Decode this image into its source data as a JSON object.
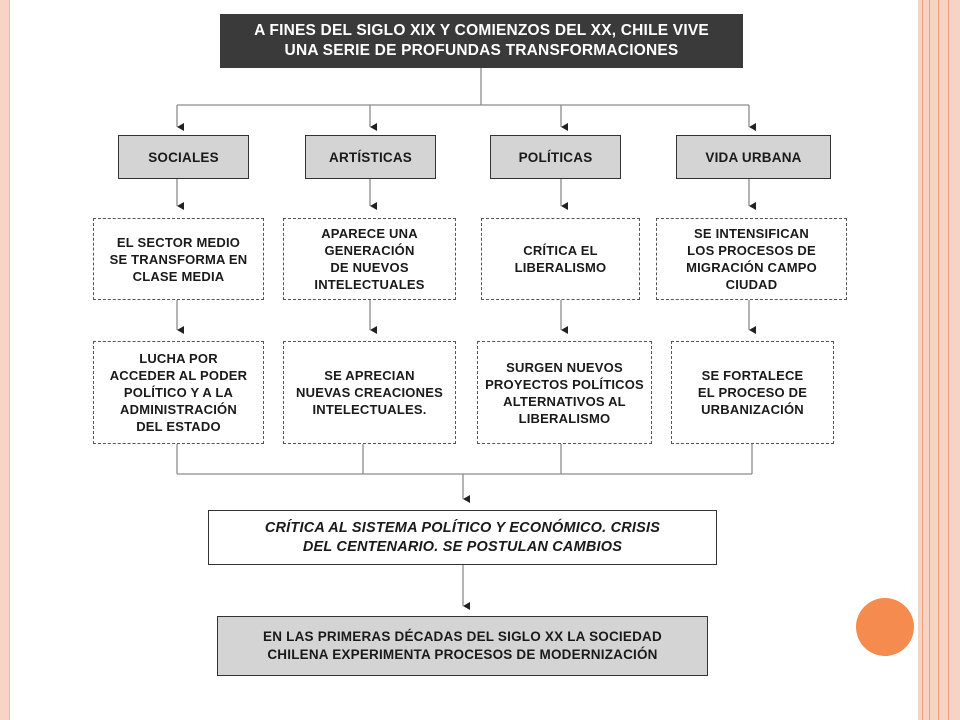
{
  "title": "A FINES DEL SIGLO XIX Y COMIENZOS DEL XX, CHILE VIVE\nUNA SERIE DE PROFUNDAS TRANSFORMACIONES",
  "columns": [
    {
      "category": "SOCIALES",
      "change": "EL SECTOR MEDIO\nSE TRANSFORMA EN\nCLASE MEDIA",
      "effect": "LUCHA POR\nACCEDER AL PODER\nPOLÍTICO Y A LA\nADMINISTRACIÓN\nDEL ESTADO"
    },
    {
      "category": "ARTÍSTICAS",
      "change": "APARECE UNA\nGENERACIÓN\nDE NUEVOS\nINTELECTUALES",
      "effect": "SE APRECIAN\nNUEVAS CREACIONES\nINTELECTUALES."
    },
    {
      "category": "POLÍTICAS",
      "change": "CRÍTICA EL\nLIBERALISMO",
      "effect": "SURGEN NUEVOS\nPROYECTOS POLÍTICOS\nALTERNATIVOS AL\nLIBERALISMO"
    },
    {
      "category": "VIDA URBANA",
      "change": "SE INTENSIFICAN\nLOS PROCESOS DE\nMIGRACIÓN CAMPO\nCIUDAD",
      "effect": "SE FORTALECE\nEL PROCESO DE\nURBANIZACIÓN"
    }
  ],
  "critique": "CRÍTICA AL SISTEMA POLÍTICO Y ECONÓMICO. CRISIS\nDEL CENTENARIO. SE POSTULAN CAMBIOS",
  "conclusion": "EN LAS PRIMERAS DÉCADAS DEL SIGLO XX LA SOCIEDAD\nCHILENA EXPERIMENTA PROCESOS DE MODERNIZACIÓN",
  "colors": {
    "title_bg": "#3a3a3a",
    "category_bg": "#d4d4d4",
    "accent_circle": "#f58b4f",
    "slide_frame": "#f7d3c5"
  }
}
